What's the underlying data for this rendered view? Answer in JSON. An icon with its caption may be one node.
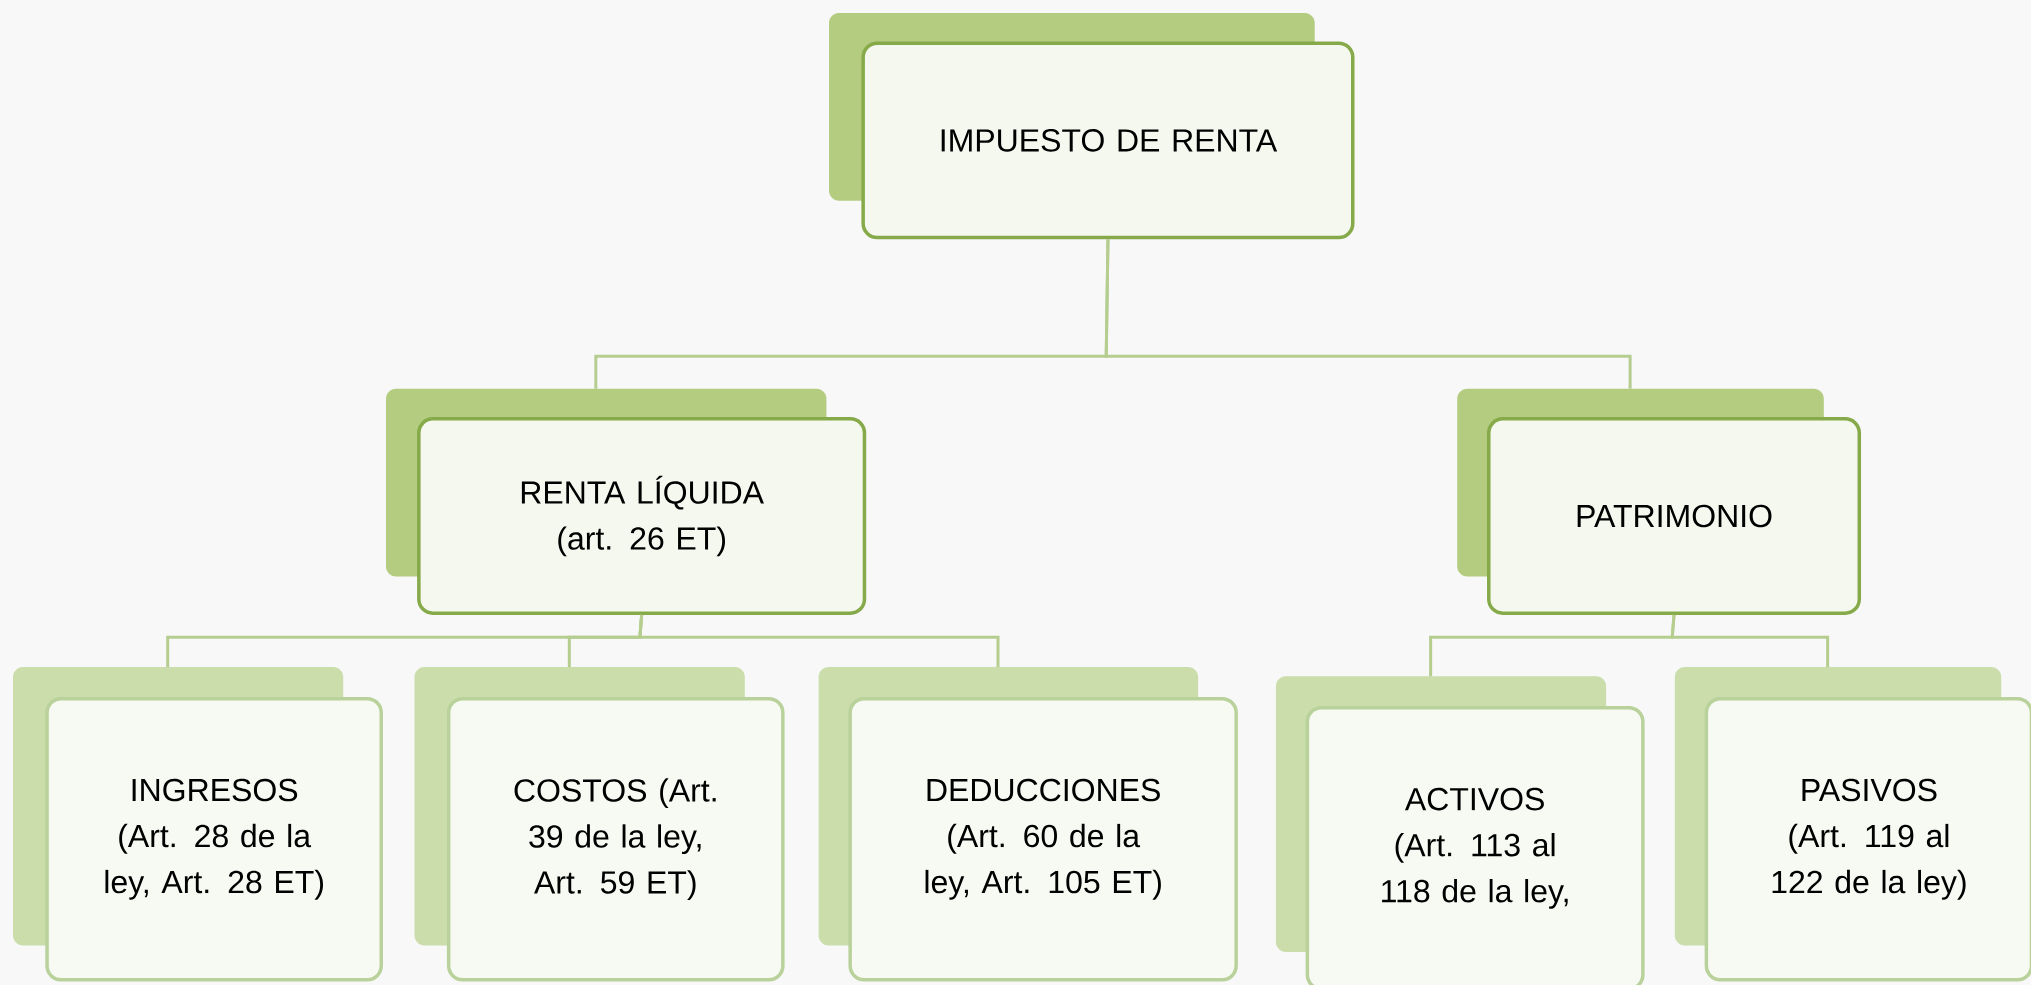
{
  "diagram": {
    "nodes": [
      {
        "text": [
          "IMPUESTO DE RENTA"
        ]
      },
      {
        "text": [
          "RENTA LÍQUIDA (art. 26 ET)"
        ]
      },
      {
        "text": [
          "PATRIMONIO"
        ]
      },
      {
        "text": [
          "INGRESOS (Art. 28 de la ley, Art. 28 ET)"
        ]
      },
      {
        "text": [
          "COSTOS (Art. 39 de la ley, Art. 59 ET)"
        ]
      },
      {
        "text": [
          "DEDUCCIONES (Art. 60 de la ley, Art. 105 ET)"
        ]
      },
      {
        "text": [
          "ACTIVOS (Art. 113 al 118 de la ley,"
        ]
      },
      {
        "text": [
          "PASIVOS (Art. 119 al 122 de la ley)"
        ]
      }
    ],
    "edges": [
      {
        "from": 0,
        "to": 1,
        "arrow": "none"
      },
      {
        "from": 0,
        "to": 2,
        "arrow": "none"
      },
      {
        "from": 1,
        "to": 3,
        "arrow": "none"
      },
      {
        "from": 1,
        "to": 4,
        "arrow": "none"
      },
      {
        "from": 1,
        "to": 5,
        "arrow": "none"
      },
      {
        "from": 2,
        "to": 6,
        "arrow": "none"
      },
      {
        "from": 2,
        "to": 7,
        "arrow": "none"
      }
    ]
  }
}
